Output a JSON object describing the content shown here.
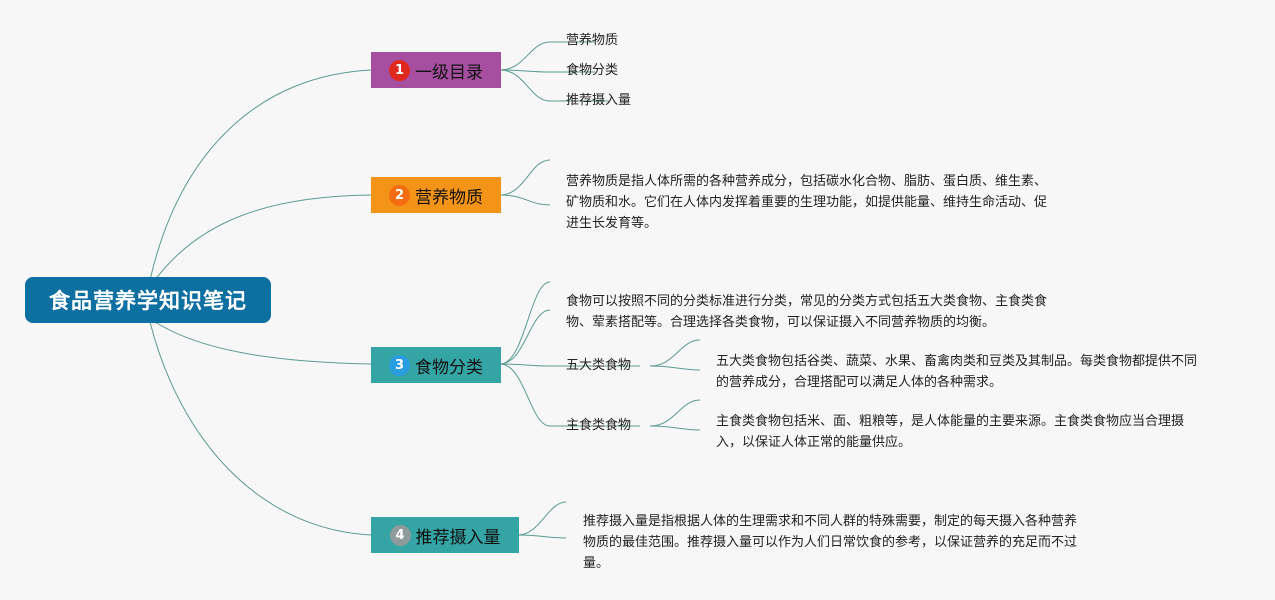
{
  "title": "食品营养学知识笔记",
  "colors": {
    "root": "#0e6fa1",
    "branch1": "#a64ea0",
    "branch2": "#f39419",
    "branch3": "#35a4a4",
    "branch4": "#35a4a4",
    "badge1": "#e0281e",
    "badge2": "#f36d10",
    "badge3": "#2a9de0",
    "badge4": "#8f9a9a",
    "connector": "#5b9b93"
  },
  "branches": [
    {
      "number": "1",
      "label": "一级目录",
      "children": [
        "营养物质",
        "食物分类",
        "推荐摄入量"
      ]
    },
    {
      "number": "2",
      "label": "营养物质",
      "description": "营养物质是指人体所需的各种营养成分，包括碳水化合物、脂肪、蛋白质、维生素、矿物质和水。它们在人体内发挥着重要的生理功能，如提供能量、维持生命活动、促进生长发育等。"
    },
    {
      "number": "3",
      "label": "食物分类",
      "description": "食物可以按照不同的分类标准进行分类，常见的分类方式包括五大类食物、主食类食物、荤素搭配等。合理选择各类食物，可以保证摄入不同营养物质的均衡。",
      "subtopics": [
        {
          "label": "五大类食物",
          "description": "五大类食物包括谷类、蔬菜、水果、畜禽肉类和豆类及其制品。每类食物都提供不同的营养成分，合理搭配可以满足人体的各种需求。"
        },
        {
          "label": "主食类食物",
          "description": "主食类食物包括米、面、粗粮等，是人体能量的主要来源。主食类食物应当合理摄入，以保证人体正常的能量供应。"
        }
      ]
    },
    {
      "number": "4",
      "label": "推荐摄入量",
      "description": "推荐摄入量是指根据人体的生理需求和不同人群的特殊需要，制定的每天摄入各种营养物质的最佳范围。推荐摄入量可以作为人们日常饮食的参考，以保证营养的充足而不过量。"
    }
  ]
}
